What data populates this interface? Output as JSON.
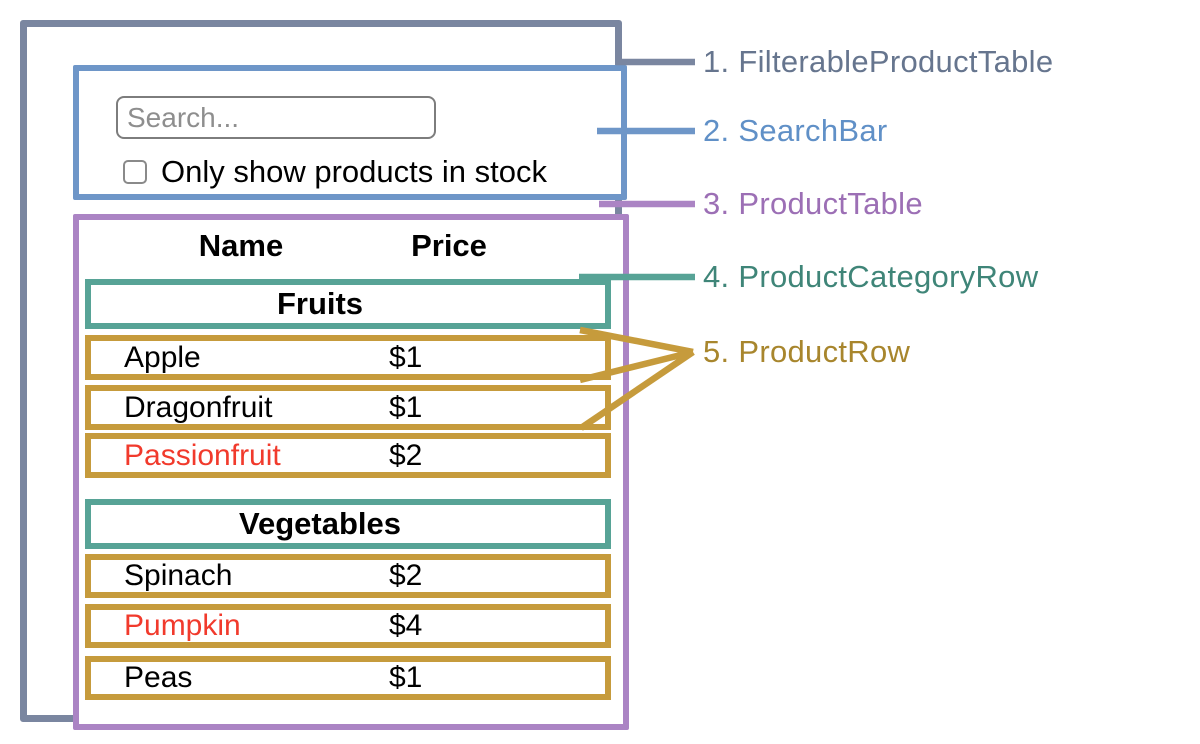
{
  "search_bar": {
    "placeholder": "Search...",
    "checkbox_label": "Only show products in stock",
    "checkbox_checked": false
  },
  "product_table": {
    "headers": {
      "name": "Name",
      "price": "Price"
    },
    "sections": [
      {
        "category": "Fruits",
        "products": [
          {
            "name": "Apple",
            "price": "$1",
            "name_color": "#000000"
          },
          {
            "name": "Dragonfruit",
            "price": "$1",
            "name_color": "#000000"
          },
          {
            "name": "Passionfruit",
            "price": "$2",
            "name_color": "#f13a2c"
          }
        ]
      },
      {
        "category": "Vegetables",
        "products": [
          {
            "name": "Spinach",
            "price": "$2",
            "name_color": "#000000"
          },
          {
            "name": "Pumpkin",
            "price": "$4",
            "name_color": "#f13a2c"
          },
          {
            "name": "Peas",
            "price": "$1",
            "name_color": "#000000"
          }
        ]
      }
    ]
  },
  "legend": {
    "items": [
      {
        "text": "1. FilterableProductTable",
        "color": "#66758e"
      },
      {
        "text": "2. SearchBar",
        "color": "#6090c7"
      },
      {
        "text": "3. ProductTable",
        "color": "#9c6fb5"
      },
      {
        "text": "4. ProductCategoryRow",
        "color": "#3f8578"
      },
      {
        "text": "5. ProductRow",
        "color": "#a8862d"
      }
    ]
  },
  "colors": {
    "filterable_product_table": "#7a86a0",
    "search_bar": "#6e96c8",
    "product_table": "#ab84c4",
    "product_category_row": "#57a396",
    "product_row": "#c69b3c",
    "out_of_stock_text": "#f13a2c",
    "input_border": "#7d7d7d",
    "placeholder_text": "#8e8e8e"
  }
}
